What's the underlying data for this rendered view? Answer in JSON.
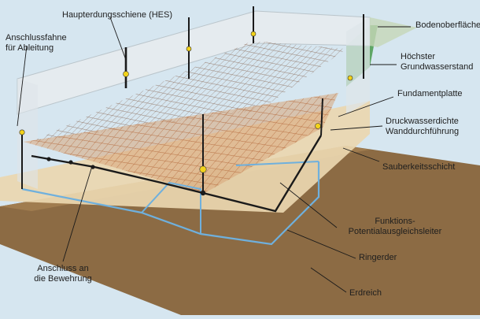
{
  "colors": {
    "background": "#d6e6f0",
    "soil": "#8c6b44",
    "blinding_layer": "#ead7b0",
    "slab_mesh": "#c98853",
    "ring_earth": "#6fb0dd",
    "bonding_conductor": "#1a1a1a",
    "groundwater": "#4a9a4c",
    "wall": "#e7ecef"
  },
  "labels": {
    "haupterdungsschiene": "Haupterdungsschiene (HES)",
    "anschlussfahne_line1": "Anschlussfahne",
    "anschlussfahne_line2": "für Ableitung",
    "bodenoberflaeche": "Bodenoberfläche",
    "grundwasser_line1": "Höchster",
    "grundwasser_line2": "Grundwasserstand",
    "fundamentplatte": "Fundamentplatte",
    "wanddurchfuehrung_line1": "Druckwasserdichte",
    "wanddurchfuehrung_line2": "Wanddurchführung",
    "sauberkeitsschicht": "Sauberkeitsschicht",
    "funktions_line1": "Funktions-",
    "funktions_line2": "Potentialausgleichsleiter",
    "ringerder": "Ringerder",
    "anschluss_line1": "Anschluss an",
    "anschluss_line2": "die Bewehrung",
    "erdreich": "Erdreich"
  }
}
